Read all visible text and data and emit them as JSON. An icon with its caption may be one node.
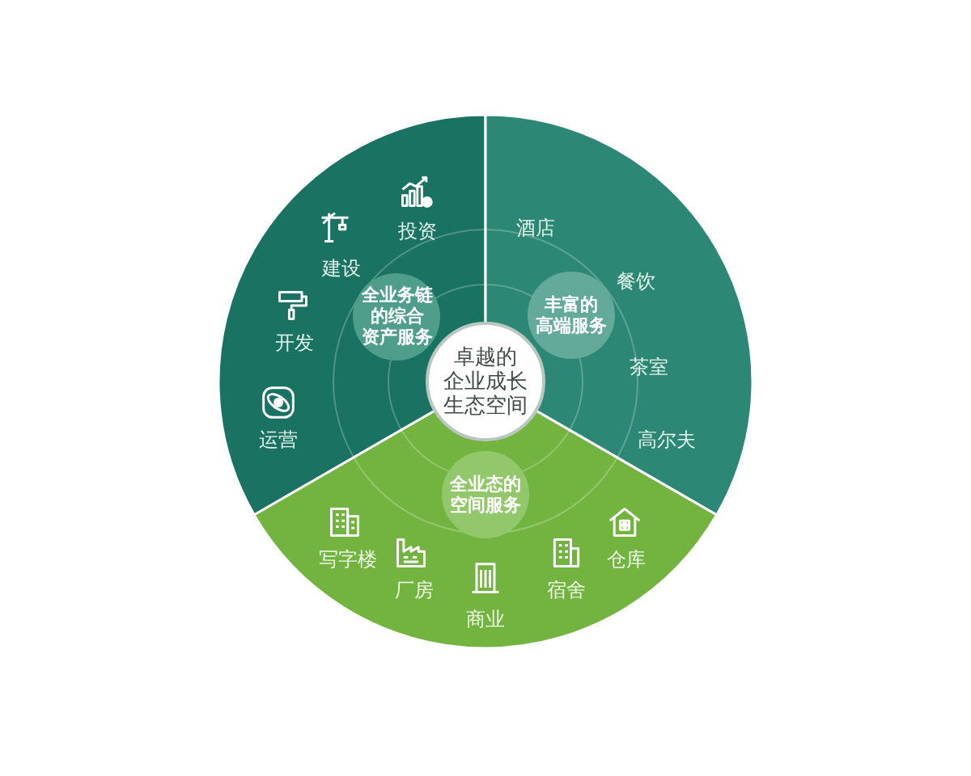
{
  "diagram": {
    "nodes": [
      {
        "text": [
          "卓越的企业成长生态空间"
        ]
      },
      {
        "text": [
          "投资",
          "建设",
          "开发",
          "运营"
        ]
      },
      {
        "text": [
          "全业务链的综合资产服务"
        ],
        "in": 1
      },
      {
        "text": [
          "酒店",
          "餐饮",
          "茶室",
          "高尔夫"
        ]
      },
      {
        "text": [
          "丰富的高端服务"
        ],
        "in": 3
      },
      {
        "text": [
          "写字楼",
          "厂房",
          "商业",
          "宿舍",
          "仓库"
        ]
      },
      {
        "text": [
          "全业态的空间服务"
        ],
        "in": 5
      }
    ]
  }
}
